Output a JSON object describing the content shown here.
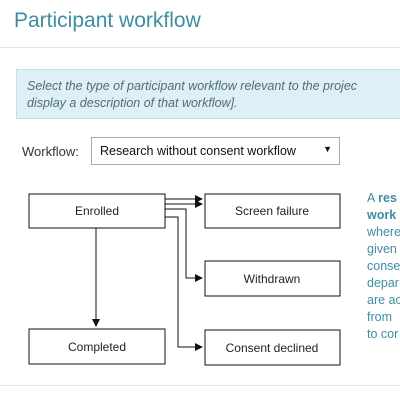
{
  "page": {
    "title": "Participant workflow"
  },
  "info": {
    "line1": "Select the type of participant workflow relevant to the projec",
    "line2": "display a description of that workflow]."
  },
  "workflow": {
    "label": "Workflow:",
    "selected": "Research without consent workflow",
    "arrow": "▼"
  },
  "diagram": {
    "nodes": {
      "enrolled": "Enrolled",
      "screen_failure": "Screen failure",
      "withdrawn": "Withdrawn",
      "completed": "Completed",
      "consent_declined": "Consent declined"
    }
  },
  "description": {
    "lines": [
      "A",
      "work",
      "where",
      "given",
      "conse",
      "depar",
      "are ac",
      "from",
      "to cor"
    ],
    "bold_1": "res"
  },
  "colors": {
    "accent": "#3d8ea0",
    "info_bg": "#def0f5"
  }
}
